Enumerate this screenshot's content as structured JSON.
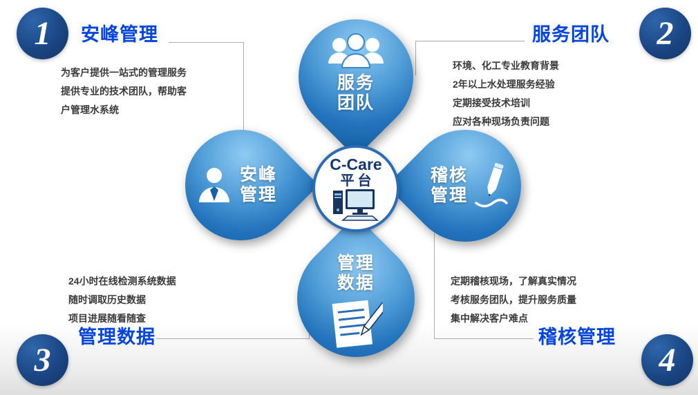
{
  "center": {
    "title": "C-Care",
    "subtitle": "平台"
  },
  "petals": {
    "top": {
      "line1": "服务",
      "line2": "团队"
    },
    "left": {
      "line1": "安峰",
      "line2": "管理"
    },
    "right": {
      "line1": "稽核",
      "line2": "管理"
    },
    "bottom": {
      "line1": "管理",
      "line2": "数据"
    }
  },
  "corners": {
    "one": {
      "number": "1",
      "label": "安峰管理",
      "text": "为客户提供一站式的管理服务\n提供专业的技术团队，帮助客\n户管理水系统"
    },
    "two": {
      "number": "2",
      "label": "服务团队",
      "text": "环境、化工专业教育背景\n2年以上水处理服务经验\n定期接受技术培训\n应对各种现场负责问题"
    },
    "three": {
      "number": "3",
      "label": "管理数据",
      "text": "24小时在线检测系统数据\n随时调取历史数据\n项目进展随看随查"
    },
    "four": {
      "number": "4",
      "label": "稽核管理",
      "text": "定期稽核现场，了解真实情况\n考核服务团队，提升服务质量\n集中解决客户难点"
    }
  },
  "colors": {
    "label_blue": "#0345dd",
    "petal_blue": "#2374bd",
    "badge_navy": "#1b4684"
  }
}
